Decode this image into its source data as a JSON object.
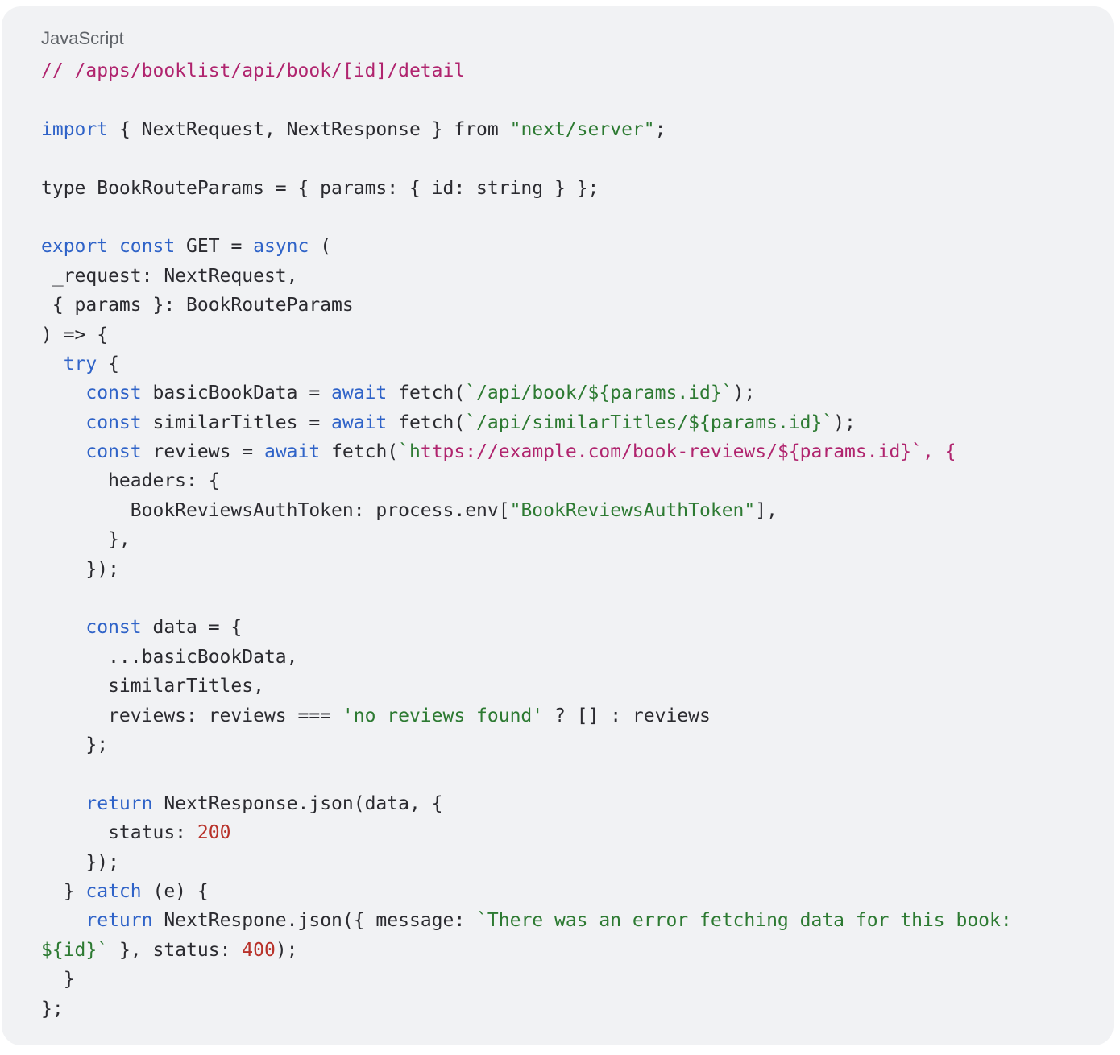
{
  "code_panel": {
    "language": "JavaScript",
    "lines": [
      [
        {
          "t": "// /apps/booklist/api/book/[id]/detail",
          "c": "comment"
        }
      ],
      [],
      [
        {
          "t": "import",
          "c": "kw"
        },
        {
          "t": " { NextRequest, NextResponse } from ",
          "c": "plain"
        },
        {
          "t": "\"next/server\"",
          "c": "str"
        },
        {
          "t": ";",
          "c": "plain"
        }
      ],
      [],
      [
        {
          "t": "type BookRouteParams = { params: { id: string } };",
          "c": "plain"
        }
      ],
      [],
      [
        {
          "t": "export",
          "c": "kw"
        },
        {
          "t": " ",
          "c": "plain"
        },
        {
          "t": "const",
          "c": "kw"
        },
        {
          "t": " GET = ",
          "c": "plain"
        },
        {
          "t": "async",
          "c": "kw"
        },
        {
          "t": " (",
          "c": "plain"
        }
      ],
      [
        {
          "t": " _request: NextRequest,",
          "c": "plain"
        }
      ],
      [
        {
          "t": " { params }: BookRouteParams",
          "c": "plain"
        }
      ],
      [
        {
          "t": ") => {",
          "c": "plain"
        }
      ],
      [
        {
          "t": "  ",
          "c": "plain"
        },
        {
          "t": "try",
          "c": "kw"
        },
        {
          "t": " {",
          "c": "plain"
        }
      ],
      [
        {
          "t": "    ",
          "c": "plain"
        },
        {
          "t": "const",
          "c": "kw"
        },
        {
          "t": " basicBookData = ",
          "c": "plain"
        },
        {
          "t": "await",
          "c": "kw"
        },
        {
          "t": " fetch(",
          "c": "plain"
        },
        {
          "t": "`/api/book/${params.id}`",
          "c": "str"
        },
        {
          "t": ");",
          "c": "plain"
        }
      ],
      [
        {
          "t": "    ",
          "c": "plain"
        },
        {
          "t": "const",
          "c": "kw"
        },
        {
          "t": " similarTitles = ",
          "c": "plain"
        },
        {
          "t": "await",
          "c": "kw"
        },
        {
          "t": " fetch(",
          "c": "plain"
        },
        {
          "t": "`/api/similarTitles/${params.id}`",
          "c": "str"
        },
        {
          "t": ");",
          "c": "plain"
        }
      ],
      [
        {
          "t": "    ",
          "c": "plain"
        },
        {
          "t": "const",
          "c": "kw"
        },
        {
          "t": " reviews = ",
          "c": "plain"
        },
        {
          "t": "await",
          "c": "kw"
        },
        {
          "t": " fetch(",
          "c": "plain"
        },
        {
          "t": "`h",
          "c": "str"
        },
        {
          "t": "ttps://example.com/book-reviews/${params.id}`, {",
          "c": "comment"
        }
      ],
      [
        {
          "t": "      headers: {",
          "c": "plain"
        }
      ],
      [
        {
          "t": "        BookReviewsAuthToken: process.env[",
          "c": "plain"
        },
        {
          "t": "\"BookReviewsAuthToken\"",
          "c": "str"
        },
        {
          "t": "],",
          "c": "plain"
        }
      ],
      [
        {
          "t": "      },",
          "c": "plain"
        }
      ],
      [
        {
          "t": "    });",
          "c": "plain"
        }
      ],
      [],
      [
        {
          "t": "    ",
          "c": "plain"
        },
        {
          "t": "const",
          "c": "kw"
        },
        {
          "t": " data = {",
          "c": "plain"
        }
      ],
      [
        {
          "t": "      ...basicBookData,",
          "c": "plain"
        }
      ],
      [
        {
          "t": "      similarTitles,",
          "c": "plain"
        }
      ],
      [
        {
          "t": "      reviews: reviews === ",
          "c": "plain"
        },
        {
          "t": "'no reviews found'",
          "c": "str"
        },
        {
          "t": " ? [] : reviews",
          "c": "plain"
        }
      ],
      [
        {
          "t": "    };",
          "c": "plain"
        }
      ],
      [],
      [
        {
          "t": "    ",
          "c": "plain"
        },
        {
          "t": "return",
          "c": "kw"
        },
        {
          "t": " NextResponse.json(data, {",
          "c": "plain"
        }
      ],
      [
        {
          "t": "      status: ",
          "c": "plain"
        },
        {
          "t": "200",
          "c": "num"
        }
      ],
      [
        {
          "t": "    });",
          "c": "plain"
        }
      ],
      [
        {
          "t": "  } ",
          "c": "plain"
        },
        {
          "t": "catch",
          "c": "kw"
        },
        {
          "t": " (e) {",
          "c": "plain"
        }
      ],
      [
        {
          "t": "    ",
          "c": "plain"
        },
        {
          "t": "return",
          "c": "kw"
        },
        {
          "t": " NextRespone.json({ message: ",
          "c": "plain"
        },
        {
          "t": "`There was an error fetching data for this book:",
          "c": "str"
        }
      ],
      [
        {
          "t": "${id}`",
          "c": "str"
        },
        {
          "t": " }, status: ",
          "c": "plain"
        },
        {
          "t": "400",
          "c": "num"
        },
        {
          "t": ");",
          "c": "plain"
        }
      ],
      [
        {
          "t": "  }",
          "c": "plain"
        }
      ],
      [
        {
          "t": "};",
          "c": "plain"
        }
      ]
    ]
  }
}
